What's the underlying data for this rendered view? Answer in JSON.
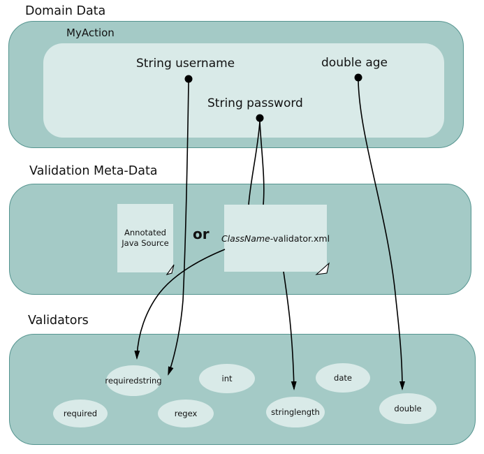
{
  "colors": {
    "section_fill": "#a4cac6",
    "section_border": "#55948f",
    "panel_fill": "#d9eae8",
    "text": "#111111",
    "line": "#000000",
    "bg": "#ffffff"
  },
  "domain": {
    "title": "Domain Data",
    "action_label": "MyAction",
    "fields": {
      "username": "String username",
      "password": "String password",
      "age": "double age"
    }
  },
  "meta": {
    "title": "Validation Meta-Data",
    "or_label": "or",
    "annotated_doc": {
      "line1": "Annotated",
      "line2": "Java Source"
    },
    "xml_doc": {
      "italic": "ClassName",
      "suffix": "-validator.xml"
    }
  },
  "validators": {
    "title": "Validators",
    "items": {
      "requiredstring": "requiredstring",
      "int": "int",
      "date": "date",
      "required": "required",
      "regex": "regex",
      "stringlength": "stringlength",
      "double": "double"
    }
  }
}
